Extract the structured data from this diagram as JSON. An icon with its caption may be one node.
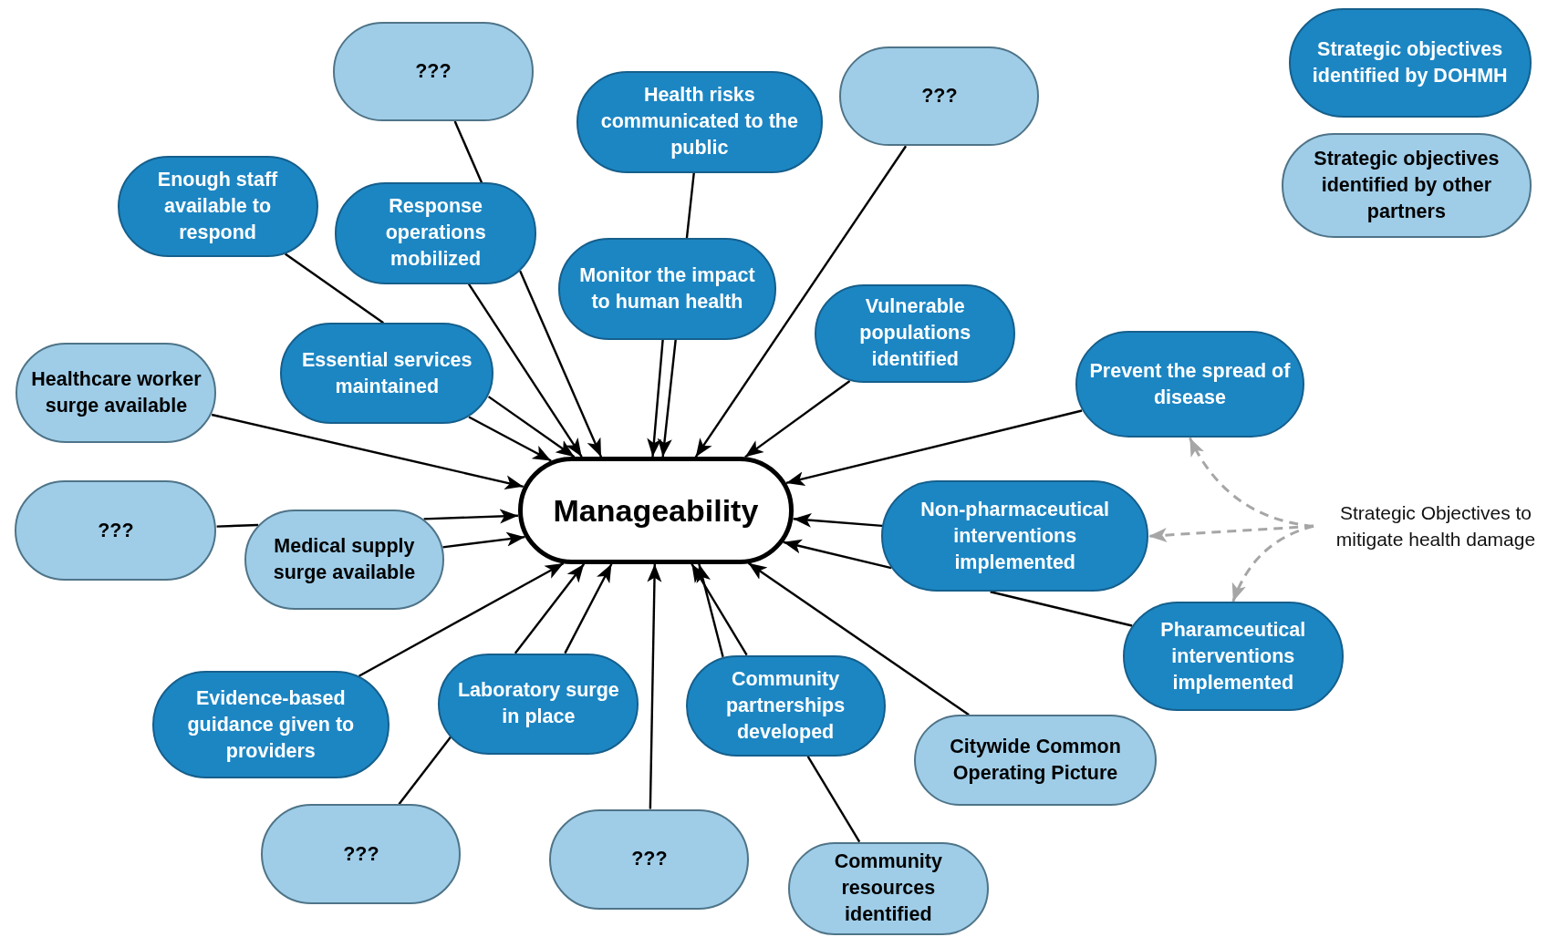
{
  "diagram": {
    "nodes": [
      {
        "text": [
          "Manageability"
        ]
      },
      {
        "text": [
          "???"
        ]
      },
      {
        "text": [
          "Health risks communicated to the public"
        ]
      },
      {
        "text": [
          "???"
        ]
      },
      {
        "text": [
          "Enough staff available to respond"
        ]
      },
      {
        "text": [
          "Response operations mobilized"
        ]
      },
      {
        "text": [
          "Monitor the impact to human health"
        ]
      },
      {
        "text": [
          "Vulnerable populations identified"
        ]
      },
      {
        "text": [
          "Prevent the spread of disease"
        ]
      },
      {
        "text": [
          "Essential services maintained"
        ]
      },
      {
        "text": [
          "Healthcare worker surge available"
        ]
      },
      {
        "text": [
          "???"
        ]
      },
      {
        "text": [
          "Medical supply surge available"
        ]
      },
      {
        "text": [
          "Non-pharmaceutical interventions implemented"
        ]
      },
      {
        "text": [
          "Evidence-based guidance given to providers"
        ]
      },
      {
        "text": [
          "Laboratory surge in place"
        ]
      },
      {
        "text": [
          "Community partnerships developed"
        ]
      },
      {
        "text": [
          "Pharamceutical interventions implemented"
        ]
      },
      {
        "text": [
          "Citywide Common Operating Picture"
        ]
      },
      {
        "text": [
          "???"
        ]
      },
      {
        "text": [
          "???"
        ]
      },
      {
        "text": [
          "Community resources identified"
        ]
      },
      {
        "text": [
          "Strategic Objectives to mitigate health damage"
        ]
      }
    ],
    "edges": [
      {
        "from": 1,
        "to": 5,
        "arrow": "none"
      },
      {
        "from": 5,
        "to": 0,
        "arrow": "to"
      },
      {
        "from": 2,
        "to": 6,
        "arrow": "none"
      },
      {
        "from": 6,
        "to": 0,
        "arrow": "to"
      },
      {
        "from": 3,
        "to": 0,
        "arrow": "to"
      },
      {
        "from": 4,
        "to": 9,
        "arrow": "none"
      },
      {
        "from": 9,
        "to": 0,
        "arrow": "to"
      },
      {
        "from": 9,
        "to": 0,
        "arrow": "to"
      },
      {
        "from": 5,
        "to": 0,
        "arrow": "to"
      },
      {
        "from": 6,
        "to": 0,
        "arrow": "to"
      },
      {
        "from": 7,
        "to": 0,
        "arrow": "to"
      },
      {
        "from": 8,
        "to": 0,
        "arrow": "to"
      },
      {
        "from": 10,
        "to": 0,
        "arrow": "to"
      },
      {
        "from": 11,
        "to": 12,
        "arrow": "none"
      },
      {
        "from": 12,
        "to": 0,
        "arrow": "to"
      },
      {
        "from": 12,
        "to": 0,
        "arrow": "to"
      },
      {
        "from": 13,
        "to": 0,
        "arrow": "to"
      },
      {
        "from": 17,
        "to": 13,
        "arrow": "none"
      },
      {
        "from": 13,
        "to": 0,
        "arrow": "to"
      },
      {
        "from": 14,
        "to": 0,
        "arrow": "to"
      },
      {
        "from": 19,
        "to": 15,
        "arrow": "none"
      },
      {
        "from": 15,
        "to": 0,
        "arrow": "to"
      },
      {
        "from": 15,
        "to": 0,
        "arrow": "to"
      },
      {
        "from": 20,
        "to": 0,
        "arrow": "to"
      },
      {
        "from": 21,
        "to": 16,
        "arrow": "none"
      },
      {
        "from": 16,
        "to": 0,
        "arrow": "to"
      },
      {
        "from": 16,
        "to": 0,
        "arrow": "to"
      },
      {
        "from": 18,
        "to": 0,
        "arrow": "to"
      },
      {
        "from": 22,
        "to": 8,
        "arrow": "to",
        "style": "dashed",
        "color": "#a6a6a6"
      },
      {
        "from": 22,
        "to": 13,
        "arrow": "to",
        "style": "dashed",
        "color": "#a6a6a6"
      },
      {
        "from": 22,
        "to": 17,
        "arrow": "to",
        "style": "dashed",
        "color": "#a6a6a6"
      }
    ],
    "legend": [
      {
        "text": "Strategic objectives identified by DOHMH",
        "color": "#1c86c3"
      },
      {
        "text": "Strategic objectives identified by other partners",
        "color": "#9fcde8"
      }
    ]
  }
}
